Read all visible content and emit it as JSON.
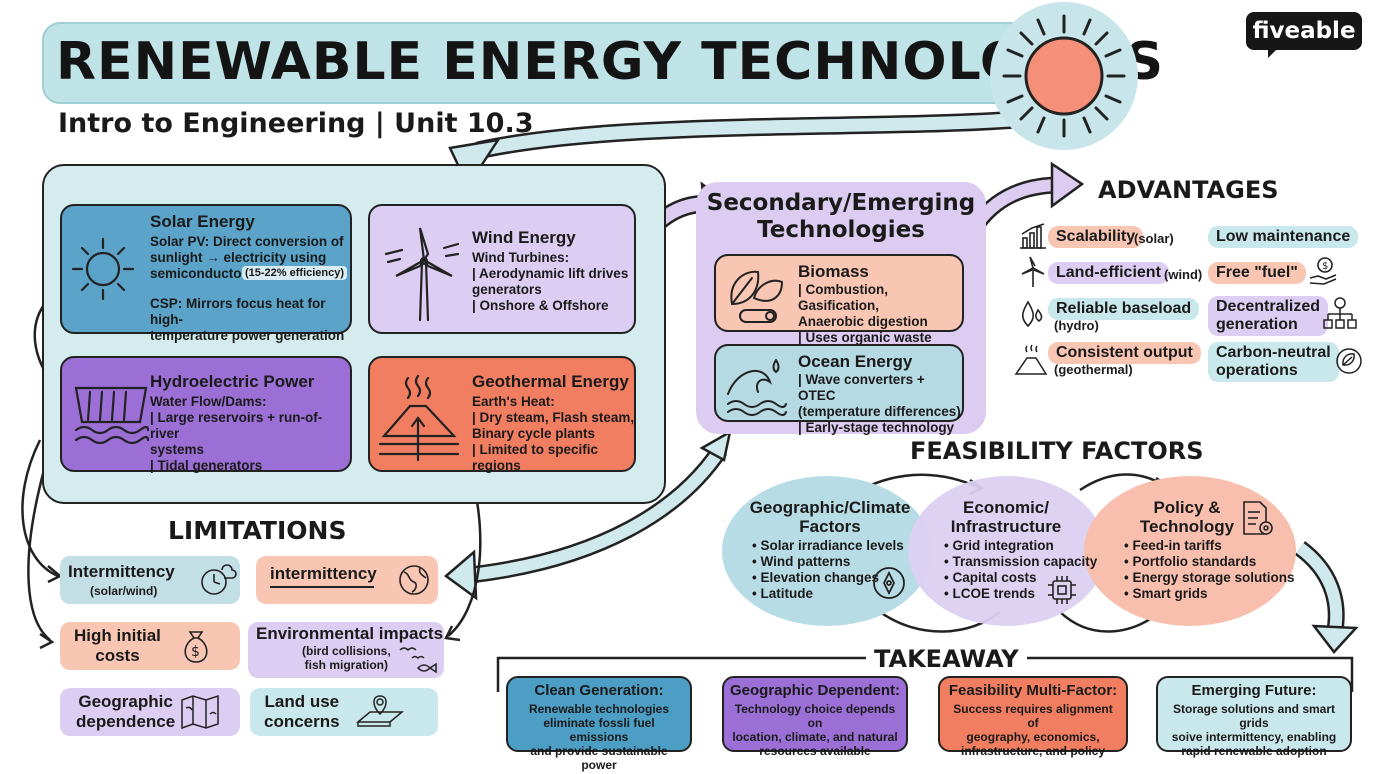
{
  "header": {
    "title": "RENEWABLE ENERGY TECHNOLOGIES",
    "subtitle": "Intro to Engineering | Unit 10.3",
    "logo": "fiveable"
  },
  "primary": {
    "solar": {
      "title": "Solar Energy",
      "text": "Solar PV: Direct conversion of\nsunlight → electricity using\nsemiconductors",
      "efficiency": "(15-22% efficiency)",
      "csp": "CSP: Mirrors focus heat for high-\ntemperature power generation",
      "icon": "sun-icon"
    },
    "wind": {
      "title": "Wind Energy",
      "text": "Wind Turbines:\n| Aerodynamic lift drives\n  generators\n| Onshore & Offshore",
      "icon": "wind-turbine-icon"
    },
    "hydro": {
      "title": "Hydroelectric Power",
      "text": "Water Flow/Dams:\n| Large reservoirs + run-of-river\n  systems\n| Tidal generators",
      "icon": "dam-icon"
    },
    "geo": {
      "title": "Geothermal Energy",
      "text": "Earth's Heat:\n| Dry steam, Flash steam,\n  Binary cycle plants\n| Limited to specific regions",
      "icon": "volcano-icon"
    }
  },
  "secondary": {
    "title": "Secondary/Emerging\nTechnologies",
    "biomass": {
      "title": "Biomass",
      "text": "| Combustion, Gasification,\n  Anaerobic digestion\n| Uses organic waste",
      "icon": "leaf-log-icon"
    },
    "ocean": {
      "title": "Ocean Energy",
      "text": "| Wave converters + OTEC\n  (temperature differences)\n| Early-stage technology",
      "icon": "wave-icon"
    }
  },
  "advantages": {
    "title": "ADVANTAGES",
    "items": [
      {
        "label": "Scalability",
        "sub": "(solar)",
        "color": "#f8c6b3",
        "icon": "bar-chart-icon"
      },
      {
        "label": "Low maintenance",
        "sub": "",
        "color": "#c9e8ec",
        "icon": ""
      },
      {
        "label": "Land-efficient",
        "sub": "(wind)",
        "color": "#dccdf3",
        "icon": "wind-turbine-icon"
      },
      {
        "label": "Free \"fuel\"",
        "sub": "",
        "color": "#f8c6b3",
        "icon": "money-hand-icon"
      },
      {
        "label": "Reliable baseload",
        "sub": "(hydro)",
        "color": "#c9e8ec",
        "icon": "water-drop-icon"
      },
      {
        "label": "Decentralized\ngeneration",
        "sub": "",
        "color": "#dccdf3",
        "icon": "network-icon"
      },
      {
        "label": "Consistent output",
        "sub": "(geothermal)",
        "color": "#f8c6b3",
        "icon": "volcano-icon"
      },
      {
        "label": "Carbon-neutral\noperations",
        "sub": "",
        "color": "#c9e8ec",
        "icon": "leaf-cycle-icon"
      }
    ]
  },
  "feasibility": {
    "title": "FEASIBILITY FACTORS",
    "factors": [
      {
        "title": "Geographic/Climate\nFactors",
        "items": [
          "• Solar irradiance levels",
          "• Wind patterns",
          "• Elevation changes",
          "• Latitude"
        ],
        "color": "#b7dce6",
        "icon": "compass-icon"
      },
      {
        "title": "Economic/\nInfrastructure",
        "items": [
          "• Grid integration",
          "• Transmission capacity",
          "• Capital costs",
          "• LCOE trends"
        ],
        "color": "#dcd0f2",
        "icon": "chip-icon"
      },
      {
        "title": "Policy &\nTechnology",
        "items": [
          "• Feed-in tariffs",
          "• Portfolio standards",
          "• Energy storage solutions",
          "• Smart grids"
        ],
        "color": "#f8bfae",
        "icon": "document-gear-icon"
      }
    ]
  },
  "limitations": {
    "title": "LIMITATIONS",
    "items": [
      {
        "label": "Intermittency",
        "sub": "(solar/wind)",
        "color": "#c2dfe6",
        "icon": "clock-cloud-icon"
      },
      {
        "label": "intermittency",
        "sub": "",
        "color": "#f8c6b3",
        "icon": "globe-icon"
      },
      {
        "label": "High initial\ncosts",
        "sub": "",
        "color": "#f8c6b3",
        "icon": "money-bag-icon"
      },
      {
        "label": "Environmental impacts",
        "sub": "(bird collisions,\nfish migration)",
        "color": "#dccdf3",
        "icon": "bird-fish-icon"
      },
      {
        "label": "Geographic\ndependence",
        "sub": "",
        "color": "#dccdf3",
        "icon": "map-icon"
      },
      {
        "label": "Land use\nconcerns",
        "sub": "",
        "color": "#c9e8ec",
        "icon": "location-pin-icon"
      }
    ]
  },
  "takeaway": {
    "title": "TAKEAWAY",
    "cards": [
      {
        "title": "Clean Generation:",
        "text": "Renewable technologies\neliminate fossli fuel emissions\nand provide sustainable power",
        "color": "#4d9ec4"
      },
      {
        "title": "Geographic Dependent:",
        "text": "Technology choice depends on\nlocation, climate, and natural\nresources available",
        "color": "#9c6fd6"
      },
      {
        "title": "Feasibility Multi-Factor:",
        "text": "Success requires alignment of\ngeography, economics,\ninfrastructure, and policy",
        "color": "#f27e62"
      },
      {
        "title": "Emerging Future:",
        "text": "Storage solutions and smart grids\nsoive intermittency, enabling\nrapid renewable adoption",
        "color": "#c9e8ec"
      }
    ]
  }
}
